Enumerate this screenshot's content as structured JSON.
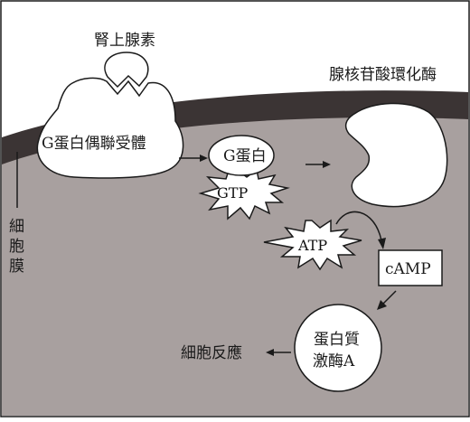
{
  "labels": {
    "epinephrine": "腎上腺素",
    "receptor": "G蛋白偶聯受體",
    "g_protein": "G蛋白",
    "gtp": "GTP",
    "adenylate_cyclase": "腺核苷酸環化酶",
    "atp": "ATP",
    "camp": "cAMP",
    "pka_line1": "蛋白質",
    "pka_line2": "激酶A",
    "cell_response": "細胞反應",
    "membrane": [
      "細",
      "胞",
      "膜"
    ]
  },
  "colors": {
    "cytoplasm": "#a8a09f",
    "membrane": "#3b3434",
    "outline": "#1a1a1a",
    "shape_fill": "#ffffff"
  }
}
